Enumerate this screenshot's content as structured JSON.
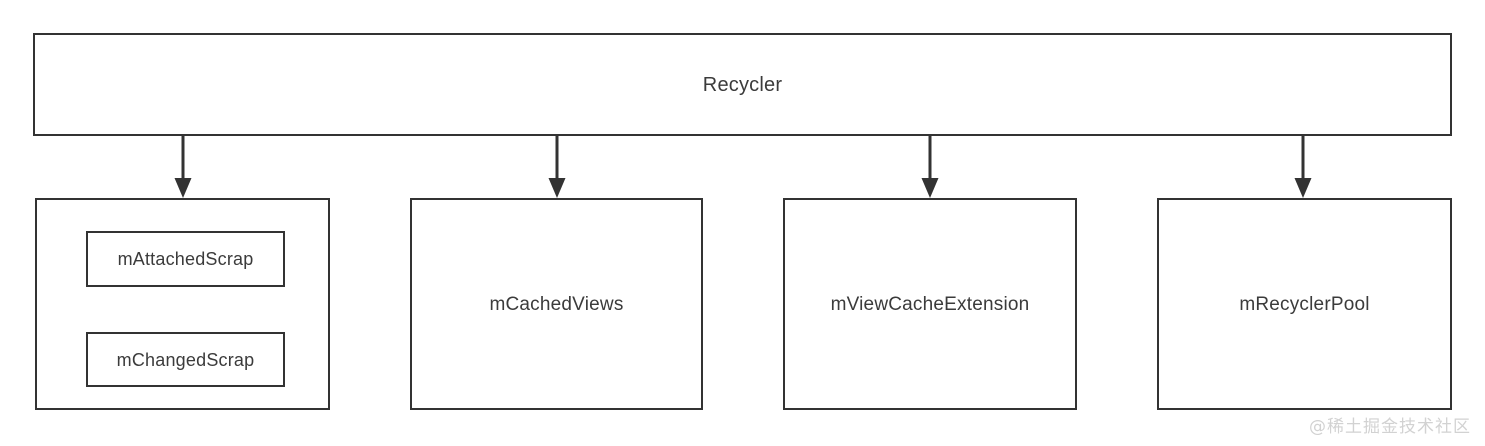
{
  "diagram": {
    "title": "Recycler",
    "root": {
      "label": "Recycler"
    },
    "children": [
      {
        "label": "",
        "nested": [
          {
            "label": "mAttachedScrap"
          },
          {
            "label": "mChangedScrap"
          }
        ]
      },
      {
        "label": "mCachedViews",
        "nested": []
      },
      {
        "label": "mViewCacheExtension",
        "nested": []
      },
      {
        "label": "mRecyclerPool",
        "nested": []
      }
    ],
    "connectors": [
      {
        "name": "arrow-to-scrap-container",
        "direction": "down"
      },
      {
        "name": "arrow-to-cached-views",
        "direction": "down"
      },
      {
        "name": "arrow-to-view-cache-extension",
        "direction": "down"
      },
      {
        "name": "arrow-to-recycler-pool",
        "direction": "down"
      }
    ],
    "colors": {
      "background": "#ffffff",
      "border": "#333333",
      "text": "#3b3b3b",
      "watermark": "#d2d2d2"
    }
  },
  "watermark": {
    "text": "@稀土掘金技术社区"
  }
}
